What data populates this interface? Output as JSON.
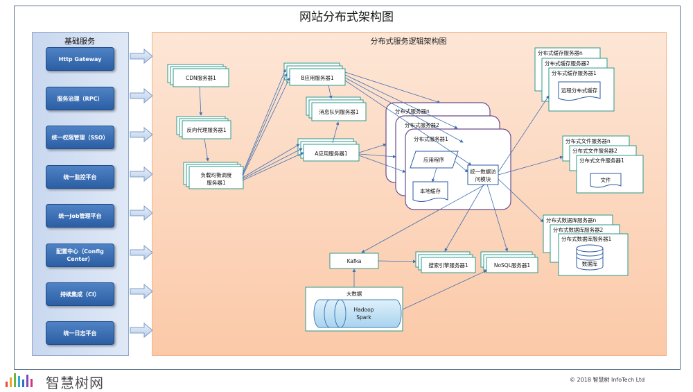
{
  "title": "网站分布式架构图",
  "left": {
    "title": "基础服务",
    "buttons": [
      "Http Gateway",
      "服务治理（RPC）",
      "统一权限管理（SSO）",
      "统一监控平台",
      "统一Job管理平台",
      "配置中心（Config Center）",
      "持续集成（CI）",
      "统一日志平台"
    ]
  },
  "main_title": "分布式服务逻辑架构图",
  "nodes": {
    "cdn": "CDN服务器1",
    "proxy": "反向代理服务器1",
    "lb_line1": "负载均衡调度",
    "lb_line2": "服务器1",
    "b_app": "B应用服务器1",
    "mq": "消息队列服务器1",
    "a_app": "A应用服务器1",
    "dist_n": "分布式服务器n",
    "dist_2": "分布式服务器2",
    "dist_1": "分布式服务器1",
    "app_program": "应用程序",
    "local_cache": "本地缓存",
    "data_access_1": "统一数据访",
    "data_access_2": "问模块",
    "cache_n": "分布式缓存服务器n",
    "cache_2": "分布式缓存服务器2",
    "cache_1": "分布式缓存服务器1",
    "remote_cache": "远程分布式缓存",
    "file_n": "分布式文件服务器n",
    "file_2": "分布式文件服务器2",
    "file_1": "分布式文件服务器1",
    "file": "文件",
    "db_n": "分布式数据库服务器n",
    "db_2": "分布式数据库服务器2",
    "db_1": "分布式数据库服务器1",
    "db": "数据库",
    "kafka": "Kafka",
    "search": "搜索引擎服务器1",
    "nosql": "NoSQL服务器1",
    "bigdata": "大数据",
    "hadoop": "Hadoop",
    "spark": "Spark"
  },
  "footer": {
    "brand": "智慧树网",
    "copyright": "© 2018 智慧树 InfoTech Ltd"
  }
}
